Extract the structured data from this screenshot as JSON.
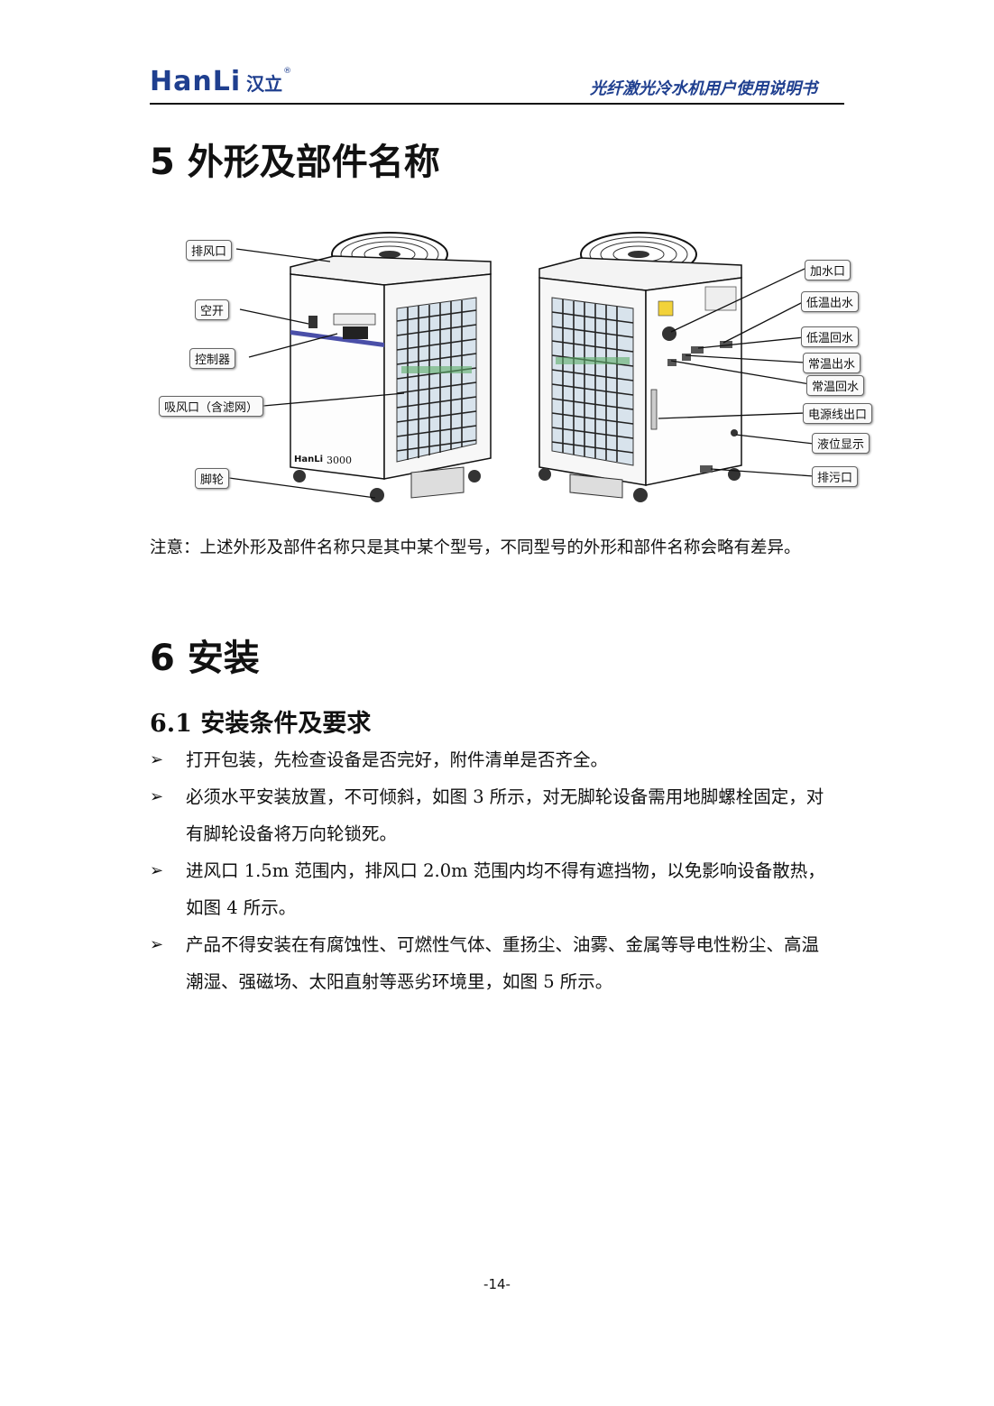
{
  "header": {
    "logo_latin": "HanLi",
    "logo_cjk": "汉立",
    "logo_reg": "®",
    "doc_title": "光纤激光冷水机用户使用说明书"
  },
  "section5": {
    "title": "5 外形及部件名称",
    "figure": {
      "left_labels": [
        "排风口",
        "空开",
        "控制器",
        "吸风口（含滤网）",
        "脚轮"
      ],
      "right_labels": [
        "加水口",
        "低温出水",
        "低温回水",
        "常温出水",
        "常温回水",
        "电源线出口",
        "液位显示",
        "排污口"
      ],
      "front_panel_text": "HanLi",
      "model_text": "3000"
    },
    "note": "注意：上述外形及部件名称只是其中某个型号，不同型号的外形和部件名称会略有差异。"
  },
  "section6": {
    "title": "6 安装",
    "subsection_title": "6.1 安装条件及要求",
    "bullets": [
      "打开包装，先检查设备是否完好，附件清单是否齐全。",
      "必须水平安装放置，不可倾斜，如图 3 所示，对无脚轮设备需用地脚螺栓固定，对有脚轮设备将万向轮锁死。",
      "进风口 1.5m 范围内，排风口 2.0m 范围内均不得有遮挡物，以免影响设备散热，如图 4 所示。",
      "产品不得安装在有腐蚀性、可燃性气体、重扬尘、油雾、金属等导电性粉尘、高温潮湿、强磁场、太阳直射等恶劣环境里，如图 5 所示。"
    ],
    "bullet_marker": "➢"
  },
  "footer": {
    "page_number": "-14-"
  }
}
